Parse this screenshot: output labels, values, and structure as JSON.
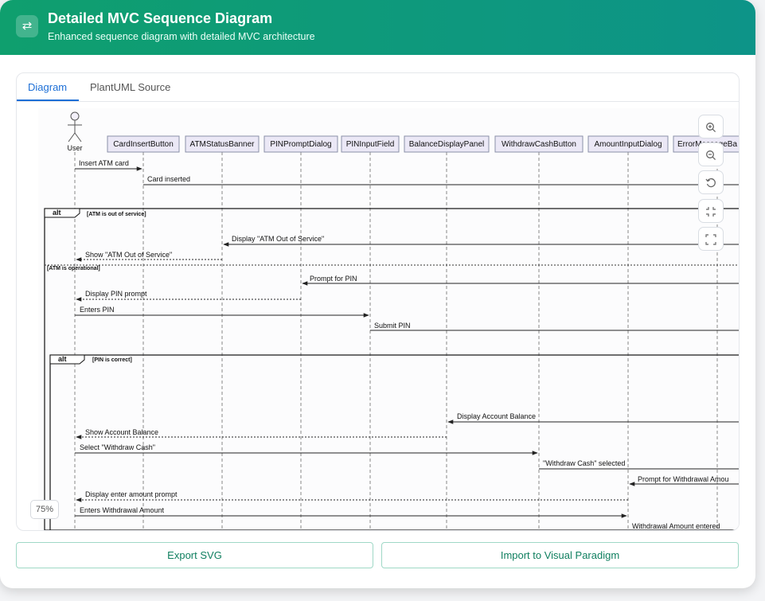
{
  "header": {
    "icon": "swap-arrows-icon",
    "title": "Detailed MVC Sequence Diagram",
    "subtitle": "Enhanced sequence diagram with detailed MVC architecture"
  },
  "tabs": [
    {
      "label": "Diagram",
      "active": true
    },
    {
      "label": "PlantUML Source",
      "active": false
    }
  ],
  "diagram": {
    "actor": "User",
    "participants": [
      "CardInsertButton",
      "ATMStatusBanner",
      "PINPromptDialog",
      "PINInputField",
      "BalanceDisplayPanel",
      "WithdrawCashButton",
      "AmountInputDialog",
      "ErrorMessageBa"
    ],
    "messages": [
      "Insert ATM card",
      "Card inserted",
      "Display \"ATM Out of Service\"",
      "Show \"ATM Out of Service\"",
      "Prompt for PIN",
      "Display PIN prompt",
      "Enters PIN",
      "Submit PIN",
      "Display Account Balance",
      "Show Account Balance",
      "Select \"Withdraw Cash\"",
      "\"Withdraw Cash\" selected",
      "Prompt for Withdrawal Amou",
      "Display enter amount prompt",
      "Enters Withdrawal Amount",
      "Withdrawal Amount entered"
    ],
    "fragments": {
      "alt1_label": "alt",
      "alt1_guard": "[ATM is out of service]",
      "alt1_else_guard": "[ATM is operational]",
      "alt2_label": "alt",
      "alt2_guard": "[PIN is correct]"
    }
  },
  "controls": {
    "zoom_in": "zoom-in-icon",
    "zoom_out": "zoom-out-icon",
    "reset": "reset-icon",
    "fit": "fit-icon",
    "fullscreen": "fullscreen-icon",
    "zoom_level": "75%"
  },
  "actions": {
    "export": "Export SVG",
    "import": "Import to Visual Paradigm"
  }
}
